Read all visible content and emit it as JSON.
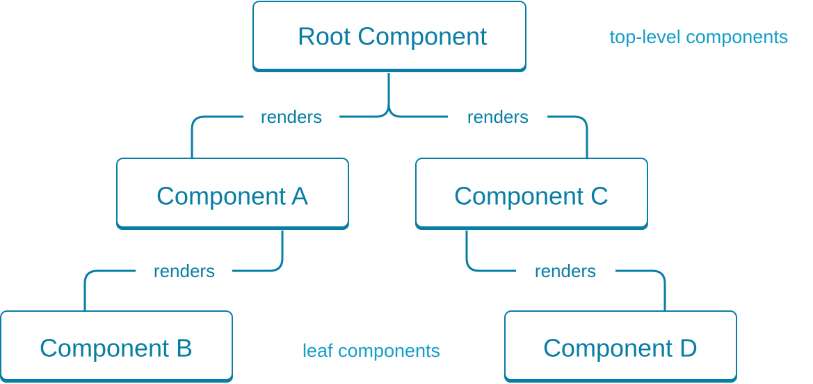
{
  "nodes": {
    "root": "Root Component",
    "a": "Component A",
    "b": "Component B",
    "c": "Component C",
    "d": "Component D"
  },
  "edges": {
    "root_to_a": "renders",
    "root_to_c": "renders",
    "a_to_b": "renders",
    "c_to_d": "renders"
  },
  "annotations": {
    "top_level": "top-level components",
    "leaf": "leaf components"
  },
  "colors": {
    "primary": "#087ea4",
    "annotation": "#149eca",
    "background": "#ffffff"
  }
}
